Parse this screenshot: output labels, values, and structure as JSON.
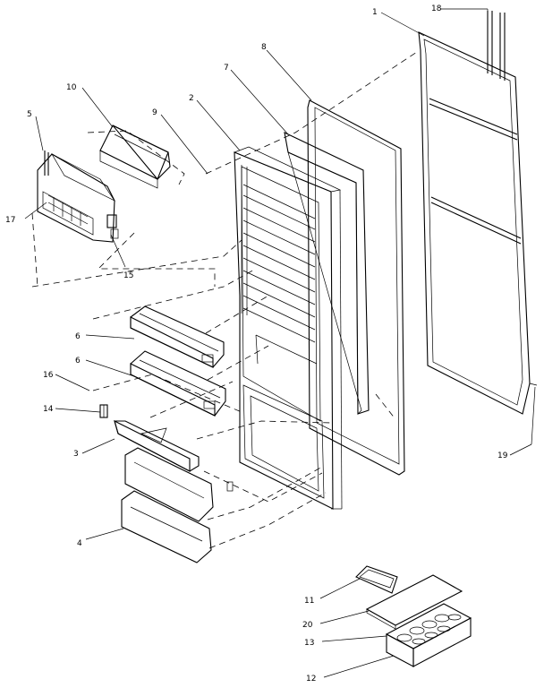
{
  "labels": {
    "l1": "1",
    "l2": "2",
    "l3": "3",
    "l4": "4",
    "l5": "5",
    "l6a": "6",
    "l6b": "6",
    "l7": "7",
    "l8": "8",
    "l9": "9",
    "l10": "10",
    "l11": "11",
    "l12": "12",
    "l13": "13",
    "l14": "14",
    "l15": "15",
    "l16": "16",
    "l17": "17",
    "l18": "18",
    "l19": "19",
    "l20": "20"
  }
}
